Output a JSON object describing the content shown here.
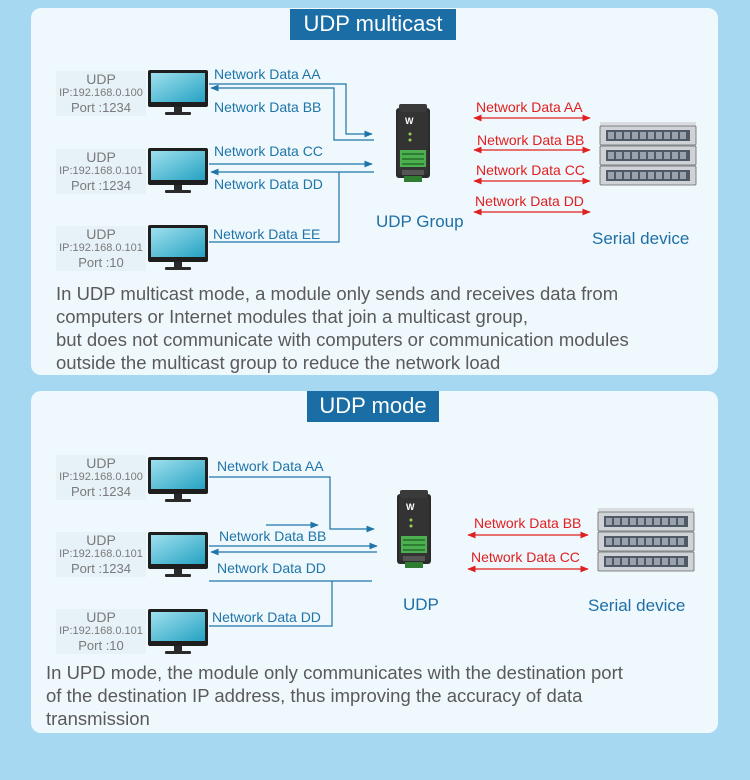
{
  "multicast": {
    "title": "UDP multicast",
    "pcs": [
      {
        "name": "UDP",
        "ip": "IP:192.168.0.100",
        "port": "Port :1234"
      },
      {
        "name": "UDP",
        "ip": "IP:192.168.0.101",
        "port": "Port :1234"
      },
      {
        "name": "UDP",
        "ip": "IP:192.168.0.101",
        "port": "Port :10"
      }
    ],
    "left_links": [
      "Network Data AA",
      "Network Data BB",
      "Network Data CC",
      "Network Data DD",
      "Network Data EE"
    ],
    "right_links": [
      "Network Data AA",
      "Network Data BB",
      "Network Data CC",
      "Network Data DD"
    ],
    "module_label": "UDP Group",
    "device_label": "Serial device",
    "caption": [
      "In UDP multicast mode, a module only sends and receives data from",
      "computers or Internet modules that join a multicast group,",
      "but does not communicate with computers or communication modules",
      "outside the multicast group to reduce the network load"
    ]
  },
  "udp": {
    "title": "UDP mode",
    "pcs": [
      {
        "name": "UDP",
        "ip": "IP:192.168.0.100",
        "port": "Port :1234"
      },
      {
        "name": "UDP",
        "ip": "IP:192.168.0.101",
        "port": "Port :1234"
      },
      {
        "name": "UDP",
        "ip": "IP:192.168.0.101",
        "port": "Port :10"
      }
    ],
    "left_links": [
      "Network Data AA",
      "Network Data BB",
      "Network Data DD",
      "Network Data DD"
    ],
    "right_links": [
      "Network Data BB",
      "Network Data CC"
    ],
    "module_label": "UDP",
    "device_label": "Serial device",
    "caption": [
      "In UPD mode, the module only communicates with the destination port",
      "of the destination IP address, thus improving the accuracy of data",
      "transmission"
    ]
  },
  "colors": {
    "background": "#a7d8f2",
    "panel": "#eef8fd",
    "title_bg": "#1a6ea5",
    "link_blue": "#1f74a8",
    "link_red": "#e02020"
  },
  "icons": [
    "monitor-icon",
    "din-rail-module-icon",
    "server-rack-icon"
  ]
}
